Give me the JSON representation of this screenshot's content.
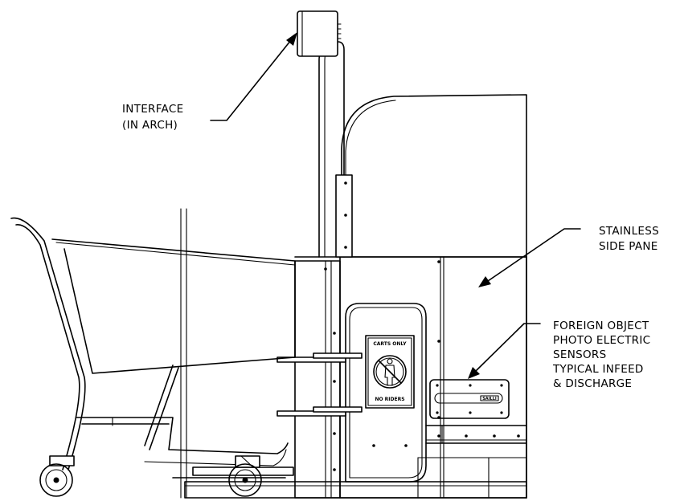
{
  "labels": {
    "interface_line1": "INTERFACE",
    "interface_line2": "(IN ARCH)",
    "stainless_line1": "STAINLESS",
    "stainless_line2": "SIDE PANE",
    "foreign_line1": "FOREIGN OBJECT",
    "foreign_line2": "PHOTO ELECTRIC",
    "foreign_line3": "SENSORS",
    "foreign_line4": "TYPICAL INFEED",
    "foreign_line5": "& DISCHARGE"
  },
  "sign": {
    "top_text": "CARTS ONLY",
    "bottom_text": "NO RIDERS"
  },
  "sensor_plate_text": "SAILLI",
  "colors": {
    "line": "#000000",
    "background": "#ffffff"
  }
}
